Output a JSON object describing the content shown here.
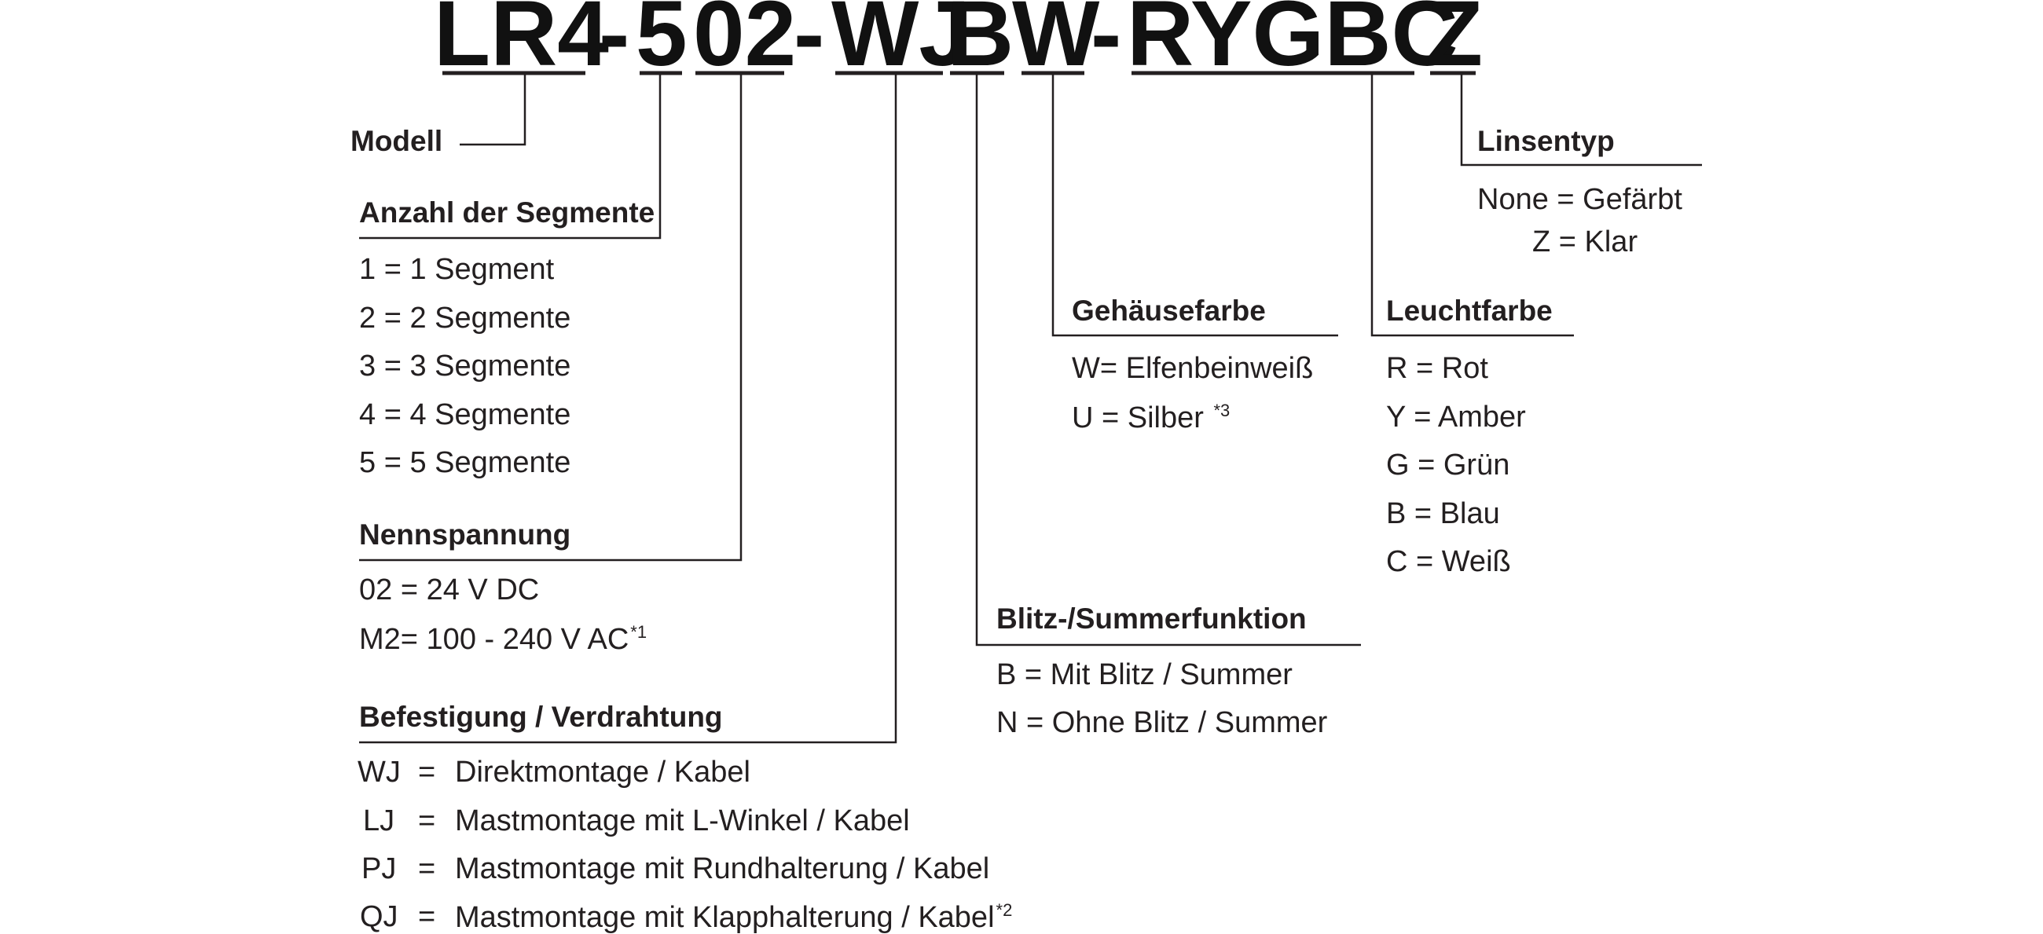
{
  "model_code": {
    "segments": [
      "LR4",
      "-",
      "5",
      "02",
      "-",
      "WJ",
      "B",
      "W",
      "-",
      "RYGBC",
      "Z"
    ]
  },
  "modell": {
    "label": "Modell"
  },
  "segmente": {
    "title": "Anzahl der Segmente",
    "options": [
      "1 = 1 Segment",
      "2 = 2 Segmente",
      "3 = 3 Segmente",
      "4 = 4 Segmente",
      "5 = 5 Segmente"
    ]
  },
  "spannung": {
    "title": "Nennspannung",
    "options": [
      {
        "code": "02",
        "text": "= 24 V DC",
        "note": ""
      },
      {
        "code": "M2",
        "text": "= 100 - 240 V AC",
        "note": "*1"
      }
    ]
  },
  "befestigung": {
    "title": "Befestigung / Verdrahtung",
    "options": [
      {
        "code": "WJ",
        "text": "Direktmontage / Kabel",
        "note": ""
      },
      {
        "code": "LJ",
        "text": "Mastmontage mit L-Winkel / Kabel",
        "note": ""
      },
      {
        "code": "PJ",
        "text": "Mastmontage mit Rundhalterung / Kabel",
        "note": ""
      },
      {
        "code": "QJ",
        "text": "Mastmontage mit Klapphalterung / Kabel",
        "note": "*2"
      }
    ],
    "eq": "="
  },
  "blitz": {
    "title": "Blitz-/Summerfunktion",
    "options": [
      "B = Mit Blitz / Summer",
      "N = Ohne Blitz / Summer"
    ]
  },
  "gehaeuse": {
    "title": "Gehäusefarbe",
    "options": [
      {
        "text": "W= Elfenbeinweiß",
        "note": ""
      },
      {
        "text": "U = Silber",
        "note": "*3"
      }
    ]
  },
  "leuchtfarbe": {
    "title": "Leuchtfarbe",
    "options": [
      "R = Rot",
      "Y = Amber",
      "G = Grün",
      "B = Blau",
      "C = Weiß"
    ]
  },
  "linsentyp": {
    "title": "Linsentyp",
    "options": [
      "None = Gefärbt",
      "Z = Klar"
    ]
  }
}
